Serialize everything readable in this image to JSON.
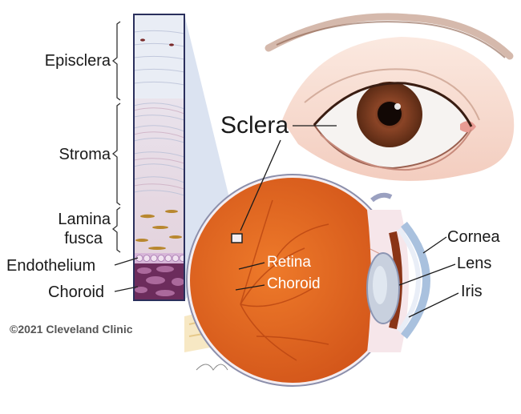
{
  "diagram": {
    "labels": {
      "episclera": "Episclera",
      "stroma": "Stroma",
      "lamina_fusca": [
        "Lamina",
        "fusca"
      ],
      "endothelium": "Endothelium",
      "choroid_layer": "Choroid",
      "sclera": "Sclera",
      "cornea": "Cornea",
      "lens": "Lens",
      "iris": "Iris",
      "retina": "Retina",
      "choroid_eye": "Choroid"
    },
    "credit": "©2021 Cleveland Clinic",
    "colors": {
      "eyeball": "#e2621a",
      "iris": "#7a3a1e",
      "outline": "#2a2f5c",
      "projection": "#c9d5ea"
    }
  }
}
